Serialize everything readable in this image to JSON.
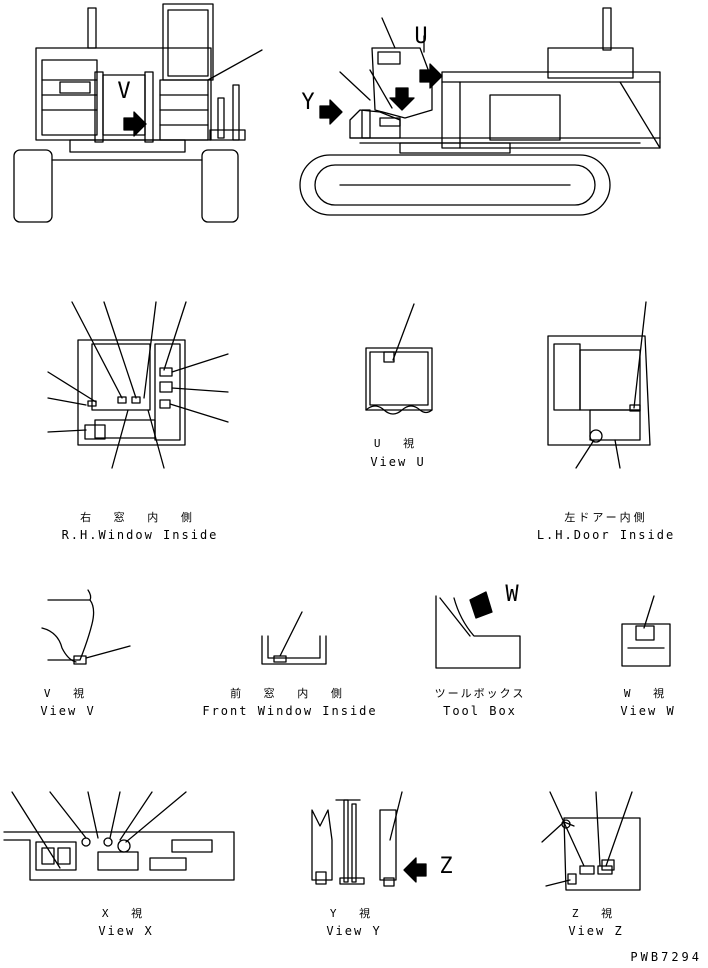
{
  "machine": {
    "callout_v": "V",
    "callout_u": "U",
    "callout_y": "Y"
  },
  "views": {
    "rh_window": {
      "jp": "右 窓 内 側",
      "en": "R.H.Window Inside"
    },
    "view_u": {
      "jp": "U 視",
      "en": "View U"
    },
    "lh_door": {
      "jp": "左ドアー内側",
      "en": "L.H.Door Inside"
    },
    "view_v": {
      "jp": "V 視",
      "en": "View V"
    },
    "front_window": {
      "jp": "前 窓 内 側",
      "en": "Front Window Inside"
    },
    "tool_box": {
      "jp": "ツールボックス",
      "en": "Tool Box",
      "callout": "W"
    },
    "view_w": {
      "jp": "W 視",
      "en": "View W"
    },
    "view_x": {
      "jp": "X 視",
      "en": "View X"
    },
    "view_y": {
      "jp": "Y 視",
      "en": "View Y",
      "callout": "Z"
    },
    "view_z": {
      "jp": "Z 視",
      "en": "View Z"
    }
  },
  "drawing_number": "PWB7294"
}
